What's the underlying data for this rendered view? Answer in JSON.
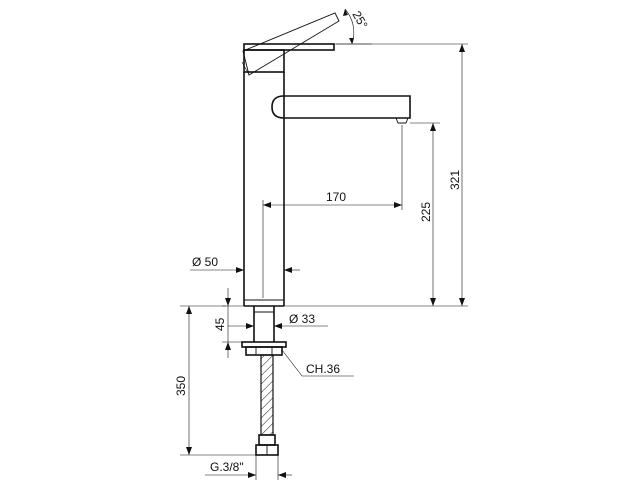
{
  "dimensions": {
    "lever_angle": "25°",
    "total_height": "321",
    "spout_height": "225",
    "spout_reach": "170",
    "body_diameter": "Ø 50",
    "shank_diameter": "Ø 33",
    "shank_length": "45",
    "nut_size": "CH.36",
    "hose_length": "350",
    "connection_thread": "G.3/8\""
  }
}
